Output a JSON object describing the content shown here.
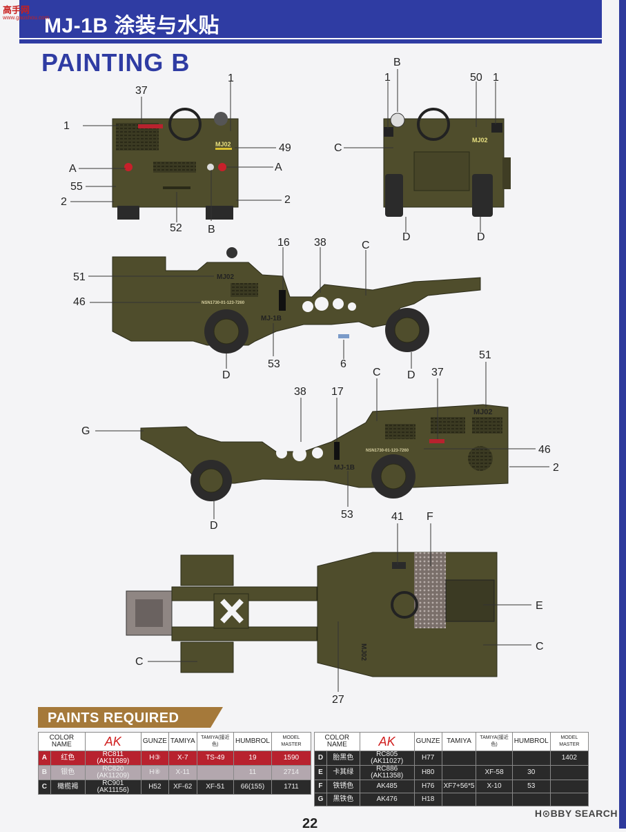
{
  "header": {
    "logo_cn": "高手网",
    "logo_url": "www.gaoshou.com",
    "model": "MJ-1B",
    "title_cn": "涂装与水贴"
  },
  "section_title": "PAINTING  B",
  "callouts": {
    "front": [
      "37",
      "1",
      "1",
      "49",
      "A",
      "A",
      "55",
      "2",
      "2",
      "52",
      "B"
    ],
    "rear": [
      "B",
      "1",
      "50",
      "1",
      "C",
      "D",
      "D"
    ],
    "side1": [
      "16",
      "38",
      "C",
      "51",
      "46",
      "53",
      "6",
      "D",
      "D"
    ],
    "side2": [
      "38",
      "17",
      "C",
      "37",
      "51",
      "G",
      "46",
      "2",
      "53",
      "D"
    ],
    "top": [
      "41",
      "F",
      "E",
      "C",
      "C",
      "27"
    ]
  },
  "markings": {
    "front_code": "MJ02",
    "rear_code": "MJ02",
    "side_code": "MJ02",
    "side_model": "MJ-1B",
    "nsn": "NSN1730-01-123-7260",
    "top_code": "MJ02"
  },
  "paints": {
    "banner": "PAINTS REQUIRED",
    "headers": {
      "color_name": "COLOR NAME",
      "ak": "AK",
      "gunze": "GUNZE",
      "tamiya": "TAMIYA",
      "tamiya_near": "TAMIYA(接近色)",
      "humbrol": "HUMBROL",
      "model_master": "MODEL MASTER"
    },
    "left_rows": [
      {
        "letter": "A",
        "name": "红色",
        "ak": "RC811 (AK11089)",
        "gunze": "H③",
        "tamiya": "X-7",
        "tamiya_near": "TS-49",
        "humbrol": "19",
        "mm": "1590"
      },
      {
        "letter": "B",
        "name": "银色",
        "ak": "RC820 (AK11209)",
        "gunze": "H⑧",
        "tamiya": "X-11",
        "tamiya_near": "",
        "humbrol": "11",
        "mm": "2714"
      },
      {
        "letter": "C",
        "name": "橄榄褐",
        "ak": "RC901 (AK11156)",
        "gunze": "H52",
        "tamiya": "XF-62",
        "tamiya_near": "XF-51",
        "humbrol": "66(155)",
        "mm": "1711"
      }
    ],
    "right_rows": [
      {
        "letter": "D",
        "name": "胎黑色",
        "ak": "RC805 (AK11027)",
        "gunze": "H77",
        "tamiya": "",
        "tamiya_near": "",
        "humbrol": "",
        "mm": "1402"
      },
      {
        "letter": "E",
        "name": "卡其绿",
        "ak": "RC886 (AK11358)",
        "gunze": "H80",
        "tamiya": "",
        "tamiya_near": "XF-58",
        "humbrol": "30",
        "mm": ""
      },
      {
        "letter": "F",
        "name": "铁锈色",
        "ak": "AK485",
        "gunze": "H76",
        "tamiya": "XF7+56*5",
        "tamiya_near": "X-10",
        "humbrol": "53",
        "mm": ""
      },
      {
        "letter": "G",
        "name": "黑铁色",
        "ak": "AK476",
        "gunze": "H18",
        "tamiya": "",
        "tamiya_near": "",
        "humbrol": "",
        "mm": ""
      }
    ]
  },
  "watermark": "H⊙BBY SEARCH",
  "page_number": "22",
  "colors": {
    "olive": "#4f4d2c",
    "olive_light": "#5f5c36",
    "header_blue": "#2f3ca3",
    "banner_brown": "#a5793a",
    "red_a": "#b8222e"
  }
}
